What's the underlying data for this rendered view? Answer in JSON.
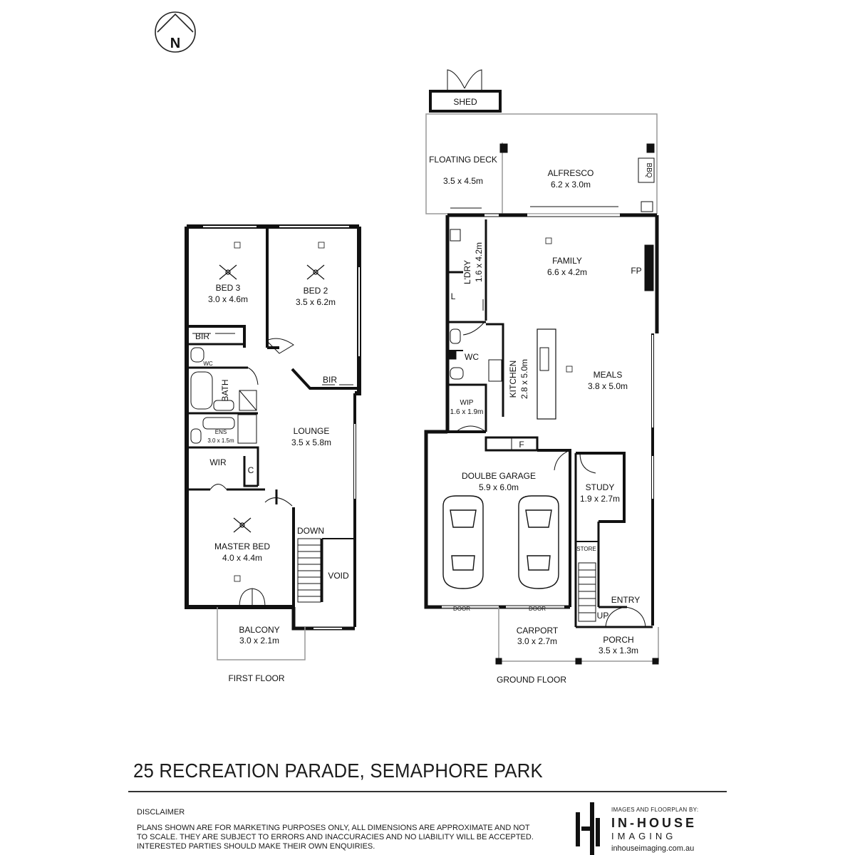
{
  "north": {
    "label": "N"
  },
  "floors": {
    "first": "FIRST FLOOR",
    "ground": "GROUND FLOOR"
  },
  "first_floor_rooms": [
    {
      "id": "bed3",
      "name": "BED 3",
      "size": "3.0 x 4.6m"
    },
    {
      "id": "bed2",
      "name": "BED 2",
      "size": "3.5 x 6.2m"
    },
    {
      "id": "lounge",
      "name": "LOUNGE",
      "size": "3.5 x 5.8m"
    },
    {
      "id": "master",
      "name": "MASTER BED",
      "size": "4.0 x 4.4m"
    },
    {
      "id": "balcony",
      "name": "BALCONY",
      "size": "3.0 x 2.1m"
    },
    {
      "id": "ens",
      "name": "ENS",
      "size": "3.0 x 1.5m"
    }
  ],
  "first_floor_labels": {
    "bir1": "BIR",
    "bir2": "BIR",
    "wc": "WC",
    "bath": "BATH",
    "wir": "WIR",
    "c": "C",
    "down": "DOWN",
    "void": "VOID"
  },
  "ground_floor_rooms": [
    {
      "id": "deck",
      "name": "FLOATING DECK",
      "size": "3.5 x 4.5m"
    },
    {
      "id": "alfresco",
      "name": "ALFRESCO",
      "size": "6.2 x 3.0m"
    },
    {
      "id": "family",
      "name": "FAMILY",
      "size": "6.6 x 4.2m"
    },
    {
      "id": "ldry",
      "name": "L'DRY",
      "size": "1.6 x 4.2m"
    },
    {
      "id": "kitchen",
      "name": "KITCHEN",
      "size": "2.8 x 5.0m"
    },
    {
      "id": "meals",
      "name": "MEALS",
      "size": "3.8 x 5.0m"
    },
    {
      "id": "wip",
      "name": "WIP",
      "size": "1.6 x 1.9m"
    },
    {
      "id": "garage",
      "name": "DOULBE GARAGE",
      "size": "5.9 x 6.0m"
    },
    {
      "id": "study",
      "name": "STUDY",
      "size": "1.9 x 2.7m"
    },
    {
      "id": "carport",
      "name": "CARPORT",
      "size": "3.0 x 2.7m"
    },
    {
      "id": "porch",
      "name": "PORCH",
      "size": "3.5 x 1.3m"
    }
  ],
  "ground_floor_labels": {
    "shed": "SHED",
    "bbq": "BBQ",
    "fp": "FP",
    "l": "L",
    "wc": "WC",
    "f": "F",
    "store": "STORE",
    "entry": "ENTRY",
    "up": "UP",
    "door1": "DOOR",
    "door2": "DOOR"
  },
  "address": "25 RECREATION PARADE, SEMAPHORE PARK",
  "disclaimer": {
    "heading": "DISCLAIMER",
    "text": "PLANS SHOWN ARE FOR MARKETING PURPOSES ONLY, ALL DIMENSIONS ARE APPROXIMATE AND NOT TO SCALE. THEY ARE SUBJECT TO ERRORS AND INACCURACIES AND NO LIABILITY WILL BE ACCEPTED. INTERESTED PARTIES SHOULD MAKE THEIR OWN ENQUIRIES."
  },
  "logo": {
    "caption": "IMAGES AND FLOORPLAN BY:",
    "name": "IN-HOUSE",
    "sub": "IMAGING",
    "url": "inhouseimaging.com.au"
  },
  "colors": {
    "wall": "#111111",
    "thin": "#555555",
    "line": "#999999"
  }
}
